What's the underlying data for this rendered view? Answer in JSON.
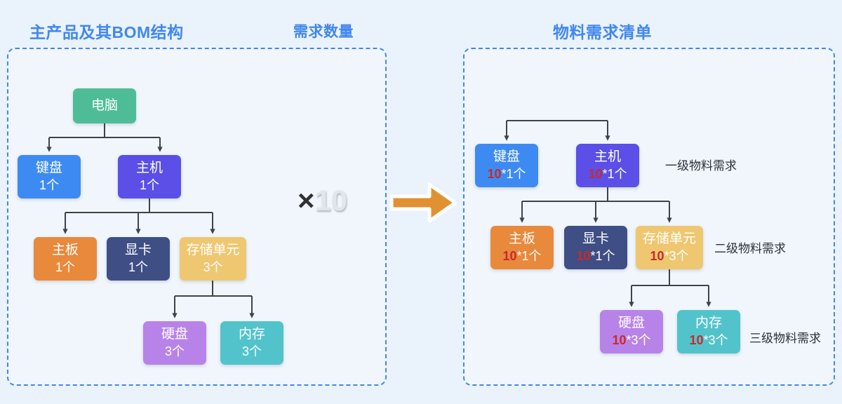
{
  "titles": {
    "left": "主产品及其BOM结构",
    "middle": "需求数量",
    "right": "物料需求清单"
  },
  "multiplier": {
    "symbol": "×",
    "value": "10"
  },
  "arrow_icon": "right-arrow-icon",
  "colors": {
    "accent_blue": "#4187ef",
    "panel_bg": "#eaf2fb",
    "multiplier_red": "#c92a2a",
    "arrow_orange": "#e09233",
    "green": "#4ebd97",
    "blue": "#3d8bf2",
    "purple": "#5b4fe8",
    "orange": "#e8893c",
    "navy": "#3f4e84",
    "sand": "#efc771",
    "violet": "#b883e8",
    "teal": "#52c3cb"
  },
  "left_tree": {
    "root": {
      "name": "电脑",
      "qty": ""
    },
    "level1": [
      {
        "name": "键盘",
        "qty": "1个"
      },
      {
        "name": "主机",
        "qty": "1个"
      }
    ],
    "level2": [
      {
        "name": "主板",
        "qty": "1个"
      },
      {
        "name": "显卡",
        "qty": "1个"
      },
      {
        "name": "存储单元",
        "qty": "3个"
      }
    ],
    "level3": [
      {
        "name": "硬盘",
        "qty": "3个"
      },
      {
        "name": "内存",
        "qty": "3个"
      }
    ]
  },
  "right_tree": {
    "level1": [
      {
        "name": "键盘",
        "mult": "10",
        "qty": "*1个"
      },
      {
        "name": "主机",
        "mult": "10",
        "qty": "*1个"
      }
    ],
    "level2": [
      {
        "name": "主板",
        "mult": "10",
        "qty": "*1个"
      },
      {
        "name": "显卡",
        "mult": "10",
        "qty": "*1个"
      },
      {
        "name": "存储单元",
        "mult": "10",
        "qty": "*3个"
      }
    ],
    "level3": [
      {
        "name": "硬盘",
        "mult": "10",
        "qty": "*3个"
      },
      {
        "name": "内存",
        "mult": "10",
        "qty": "*3个"
      }
    ],
    "level_labels": [
      "一级物料需求",
      "二级物料需求",
      "三级物料需求"
    ]
  }
}
